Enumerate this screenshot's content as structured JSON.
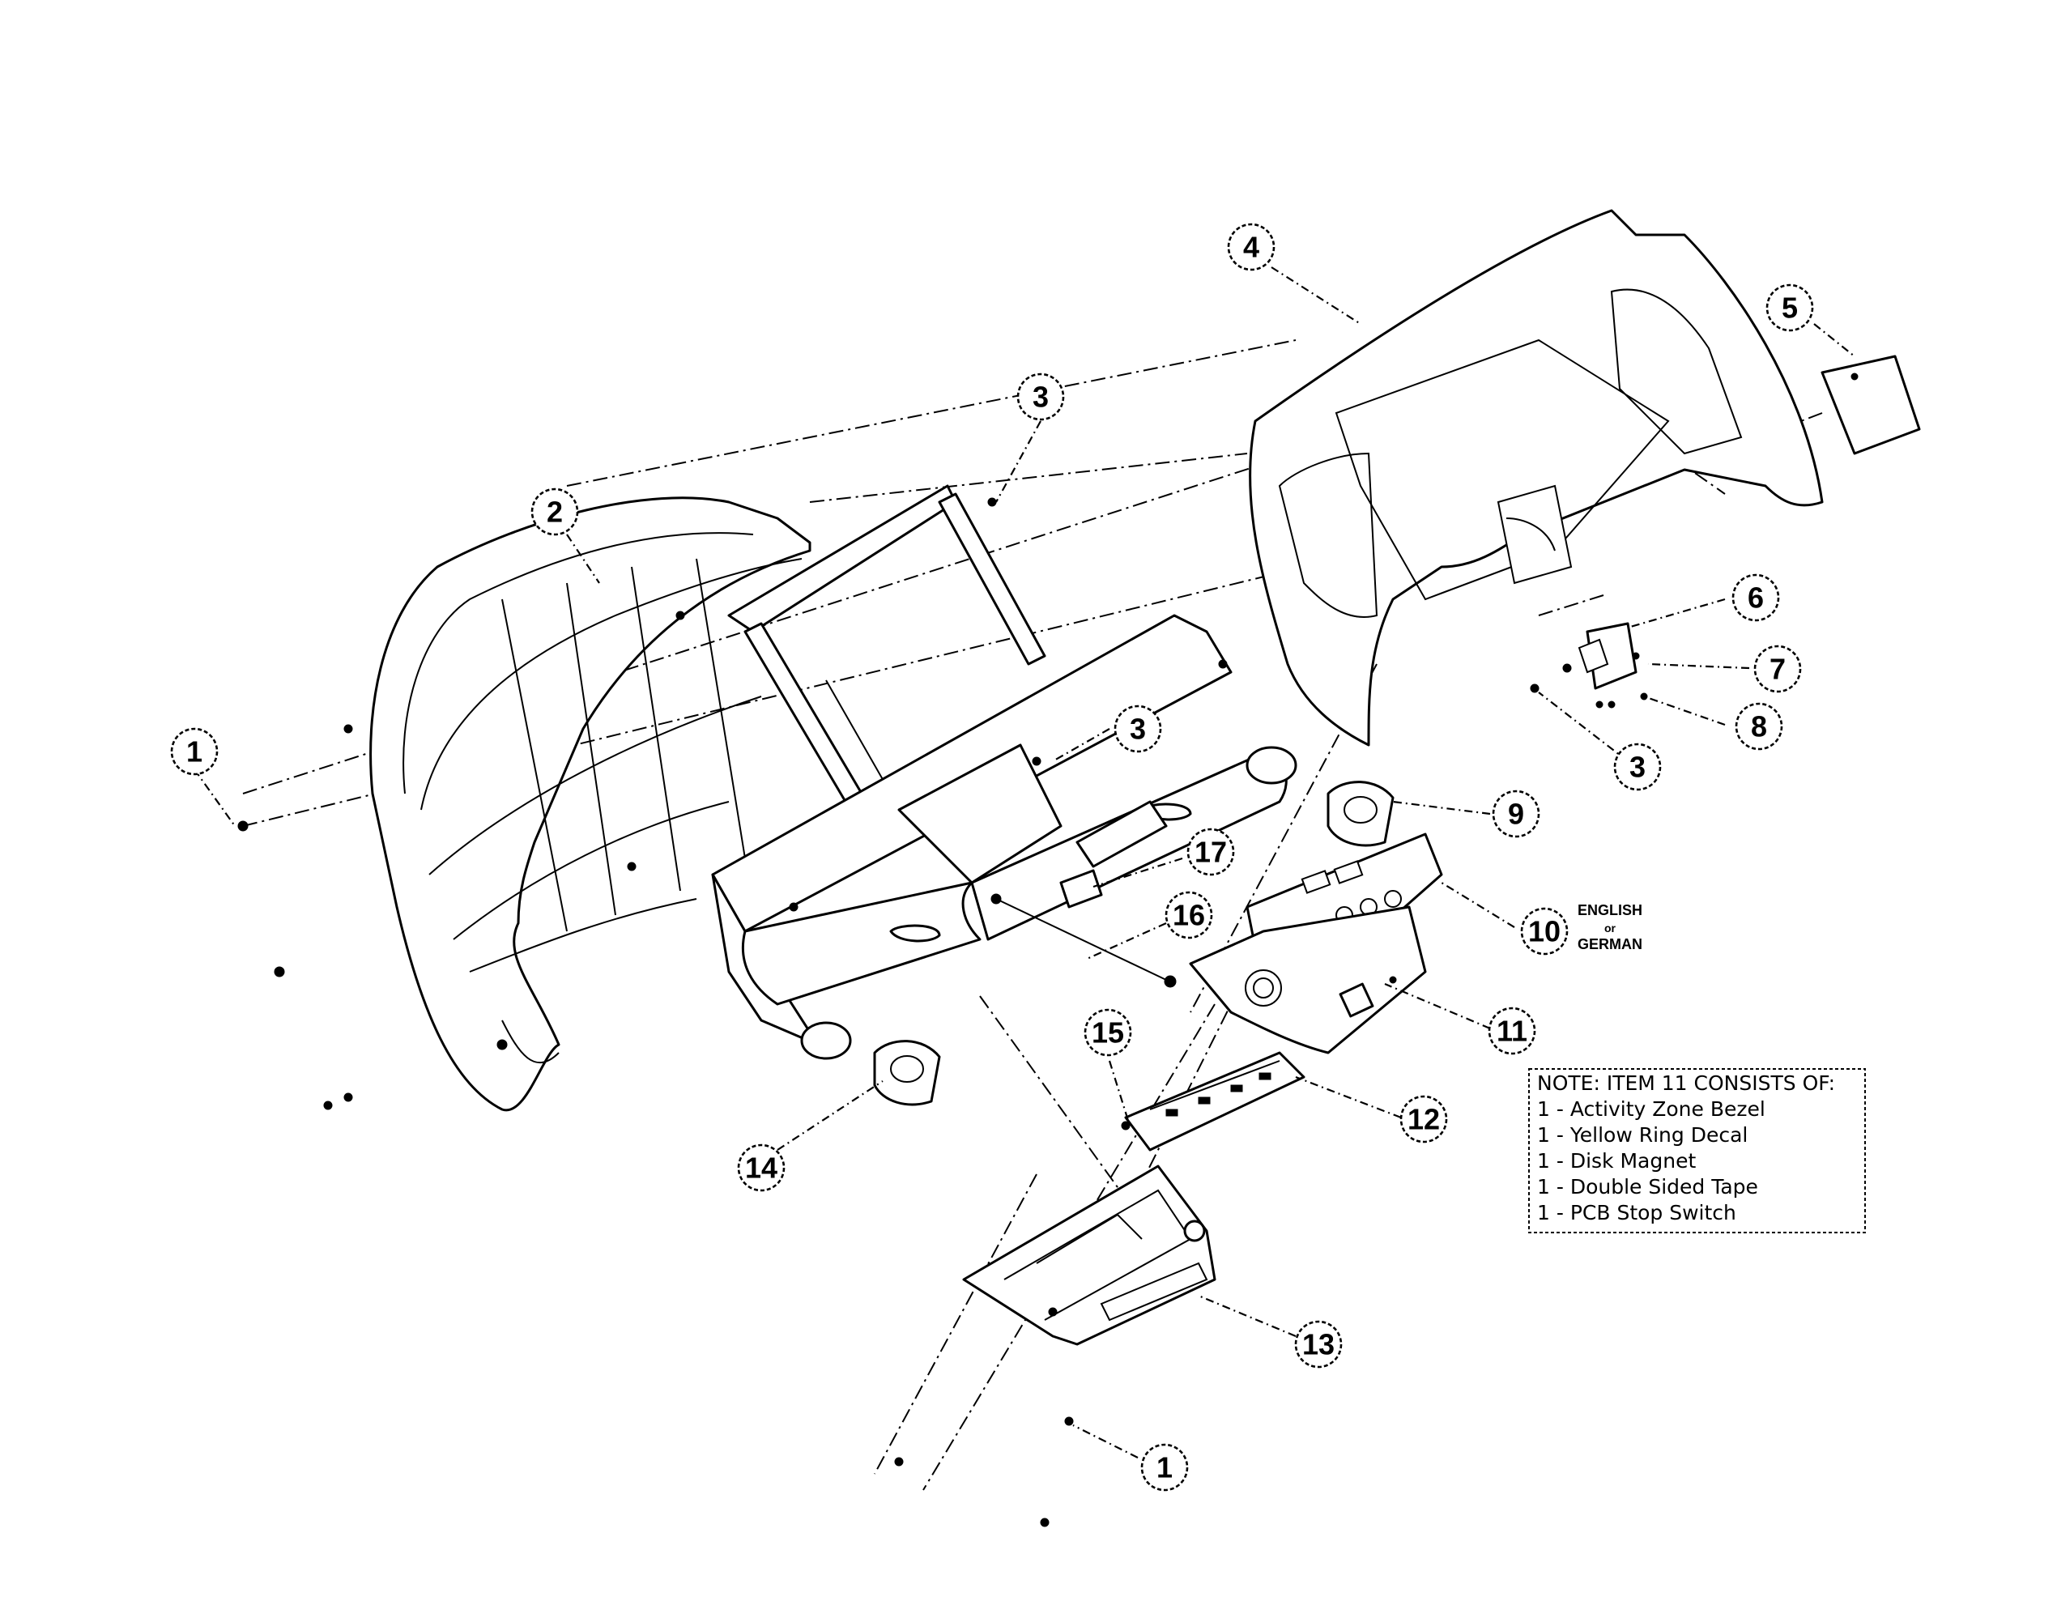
{
  "callouts": [
    {
      "num": "1"
    },
    {
      "num": "2"
    },
    {
      "num": "3"
    },
    {
      "num": "4"
    },
    {
      "num": "5"
    },
    {
      "num": "6"
    },
    {
      "num": "7"
    },
    {
      "num": "8"
    },
    {
      "num": "3"
    },
    {
      "num": "9"
    },
    {
      "num": "3"
    },
    {
      "num": "17"
    },
    {
      "num": "16"
    },
    {
      "num": "10"
    },
    {
      "num": "11"
    },
    {
      "num": "15"
    },
    {
      "num": "12"
    },
    {
      "num": "14"
    },
    {
      "num": "13"
    },
    {
      "num": "1"
    }
  ],
  "language_label": {
    "line1": "ENGLISH",
    "line2": "or",
    "line3": "GERMAN"
  },
  "note": {
    "title": "NOTE: ITEM 11 CONSISTS OF:",
    "items": [
      "1 - Activity Zone Bezel",
      "1 - Yellow Ring Decal",
      "1 - Disk Magnet",
      "1 - Double Sided Tape",
      "1 - PCB Stop Switch"
    ]
  }
}
